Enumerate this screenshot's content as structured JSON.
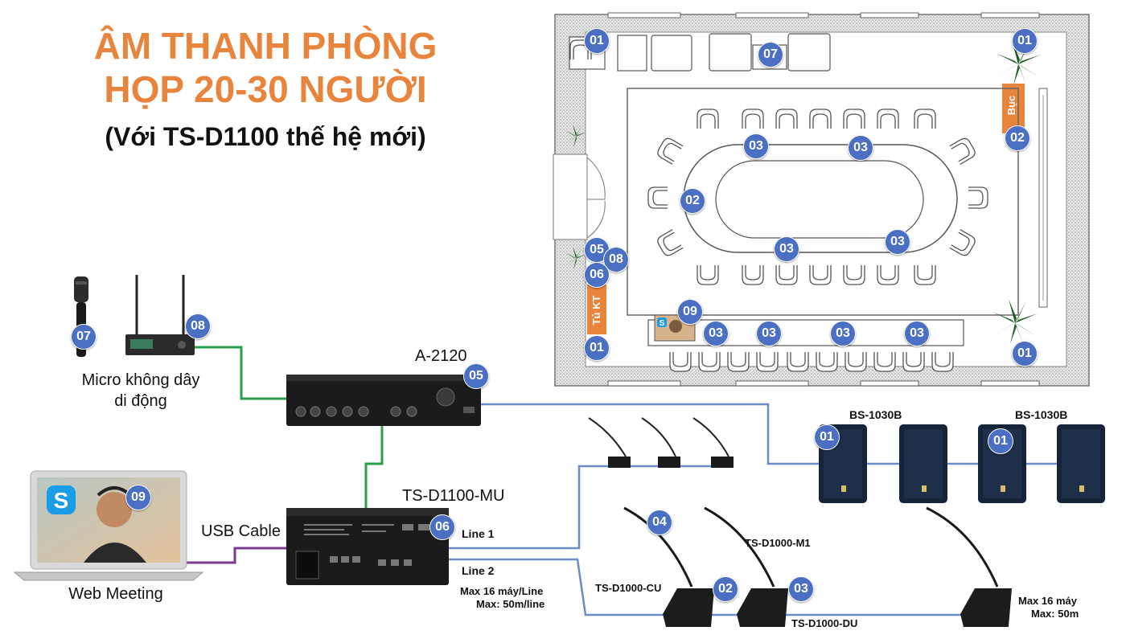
{
  "title": {
    "line1": "ÂM THANH PHÒNG",
    "line2": "HỌP 20-30 NGƯỜI",
    "subtitle": "(Với TS-D1100 thế hệ mới)"
  },
  "floorplan": {
    "podium_label": "Bục",
    "cabinet_label": "Tủ KT",
    "badges": [
      {
        "id": "fp-01-a",
        "text": "01"
      },
      {
        "id": "fp-07",
        "text": "07"
      },
      {
        "id": "fp-01-b",
        "text": "01"
      },
      {
        "id": "fp-02-podium",
        "text": "02"
      },
      {
        "id": "fp-03-a",
        "text": "03"
      },
      {
        "id": "fp-03-b",
        "text": "03"
      },
      {
        "id": "fp-02-table",
        "text": "02"
      },
      {
        "id": "fp-03-c",
        "text": "03"
      },
      {
        "id": "fp-03-d",
        "text": "03"
      },
      {
        "id": "fp-05",
        "text": "05"
      },
      {
        "id": "fp-08",
        "text": "08"
      },
      {
        "id": "fp-06",
        "text": "06"
      },
      {
        "id": "fp-09",
        "text": "09"
      },
      {
        "id": "fp-03-e",
        "text": "03"
      },
      {
        "id": "fp-03-f",
        "text": "03"
      },
      {
        "id": "fp-03-g",
        "text": "03"
      },
      {
        "id": "fp-03-h",
        "text": "03"
      },
      {
        "id": "fp-01-c",
        "text": "01"
      },
      {
        "id": "fp-01-d",
        "text": "01"
      }
    ]
  },
  "devices": {
    "mic": {
      "badge": "07"
    },
    "receiver": {
      "badge": "08"
    },
    "wireless_label_1": "Micro không dây",
    "wireless_label_2": "di động",
    "amplifier": {
      "label": "A-2120",
      "badge": "05"
    },
    "mixer": {
      "label": "TS-D1100-MU",
      "badge": "06"
    },
    "laptop": {
      "badge": "09",
      "label": "Web Meeting"
    },
    "usb_label": "USB Cable",
    "speaker_left": {
      "label": "BS-1030B",
      "badge": "01"
    },
    "speaker_right": {
      "label": "BS-1030B",
      "badge": "01"
    },
    "line1": "Line 1",
    "line2": "Line 2",
    "line_limit_1": "Max 16 máy/Line",
    "line_limit_2": "Max: 50m/line",
    "chairman": {
      "label": "TS-D1000-CU",
      "badge": "02"
    },
    "delegate_m1": {
      "label": "TS-D1000-M1",
      "badge": "03"
    },
    "delegate_du": {
      "label": "TS-D1000-DU"
    },
    "gooseneck": {
      "badge": "04"
    },
    "chain_limit_1": "Max 16 máy",
    "chain_limit_2": "Max: 50m"
  },
  "colors": {
    "accent": "#e8843c",
    "badge": "#4a6fc3",
    "audio_wire": "#2aa14a",
    "line_wire": "#6b8cc6",
    "usb_wire": "#7b3a8e"
  }
}
